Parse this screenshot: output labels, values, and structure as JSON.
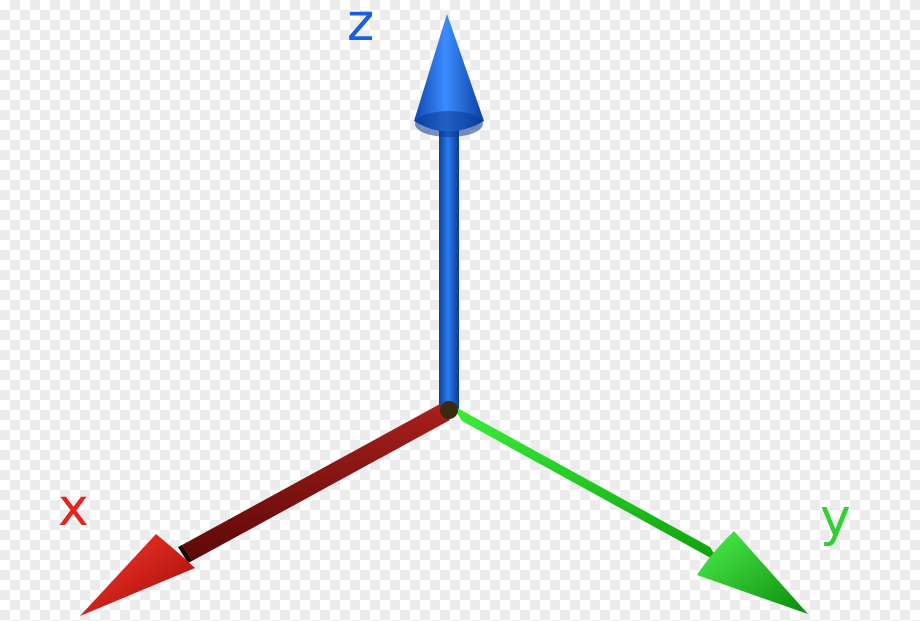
{
  "axes": {
    "x": {
      "label": "x",
      "color": "#e8231f",
      "shaft_color": "#8b0f10",
      "cone_color": "#d9160f"
    },
    "y": {
      "label": "y",
      "color": "#2ed12e",
      "shaft_color": "#19d419",
      "cone_color": "#1cc81c"
    },
    "z": {
      "label": "z",
      "color": "#1a5fe0",
      "shaft_color": "#1158c9",
      "cone_color": "#1762e0"
    }
  }
}
